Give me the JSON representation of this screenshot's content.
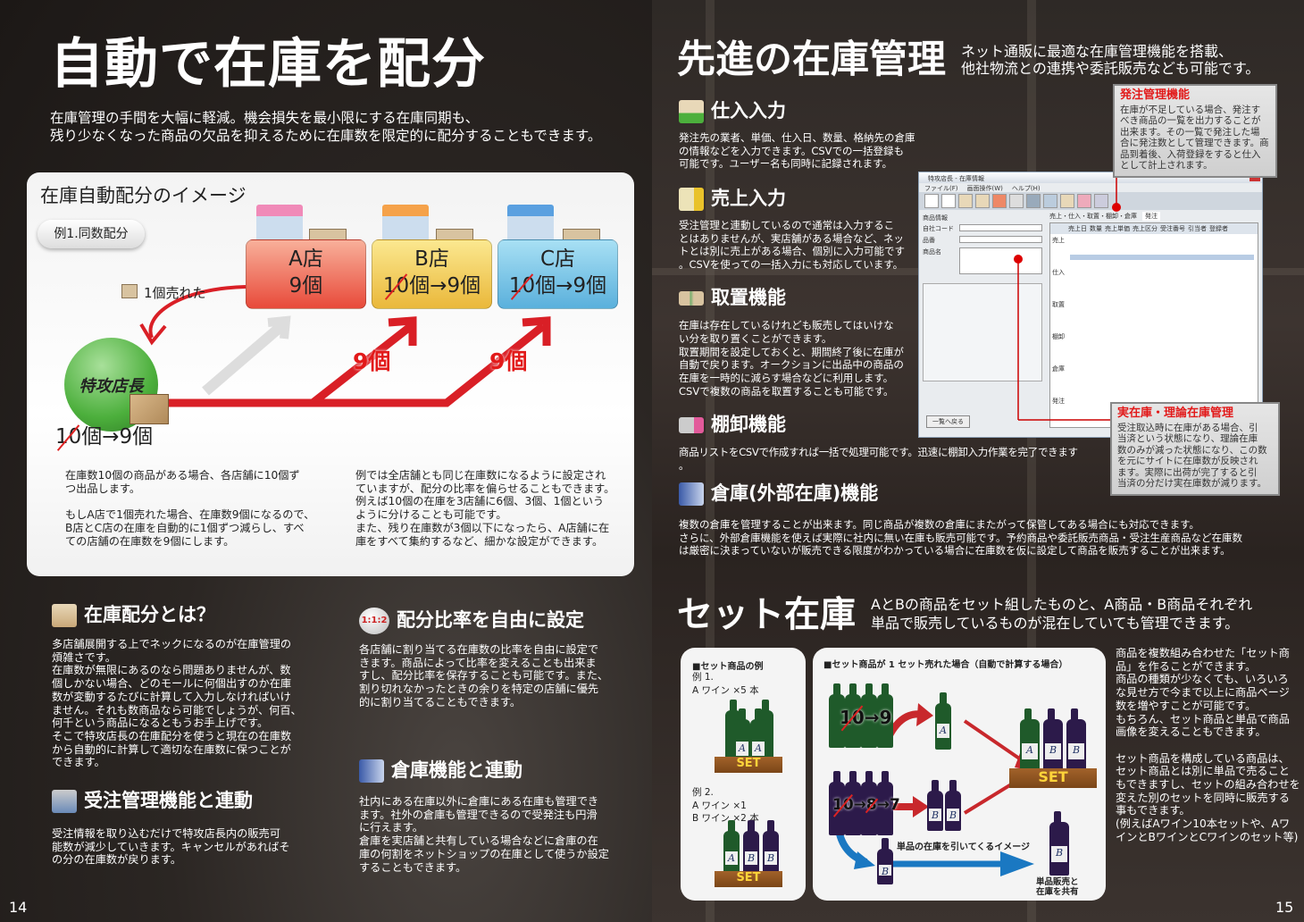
{
  "left": {
    "title": "自動で在庫を配分",
    "intro": "在庫管理の手間を大幅に軽減。機会損失を最小限にする在庫同期も、\n残り少なくなった商品の欠品を抑えるために在庫数を限定的に配分することもできます。",
    "panel": {
      "title": "在庫自動配分のイメージ",
      "example_label": "例1.同数配分",
      "sold_label": "1個売れた",
      "logo_text": "特攻店長",
      "source_before": "10",
      "source_after": "個→9個",
      "stores": [
        {
          "name": "A店",
          "stock": "9個",
          "color": "#f07a60"
        },
        {
          "name": "B店",
          "stock_before": "10",
          "stock_after": "個→9個",
          "color": "#f3cf55"
        },
        {
          "name": "C店",
          "stock_before": "10",
          "stock_after": "個→9個",
          "color": "#6cc2e6"
        }
      ],
      "arrow_labels": [
        "9個",
        "9個"
      ],
      "text_left": "在庫数10個の商品がある場合、各店舗に10個ず\nつ出品します。\n\nもしA店で1個売れた場合、在庫数9個になるので、\nB店とC店の在庫を自動的に1個ずつ減らし、すべ\nての店舗の在庫数を9個にします。",
      "text_right": "例では全店舗とも同じ在庫数になるように設定され\nていますが、配分の比率を偏らせることもできます。\n例えば10個の在庫を3店舗に6個、3個、1個という\nように分けることも可能です。\nまた、残り在庫数が3個以下になったら、A店舗に在\n庫をすべて集約するなど、細かな設定ができます。"
    },
    "sections": [
      {
        "title": "在庫配分とは？",
        "icon": "boxes-distribution-icon",
        "body": "多店舗展開する上でネックになるのが在庫管理の\n煩雑さです。\n在庫数が無限にあるのなら問題ありませんが、数\n個しかない場合、どのモールに何個出すのか在庫\n数が変動するたびに計算して入力しなければいけ\nません。それも数商品なら可能でしょうが、何百、\n何千という商品になるともうお手上げです。\nそこで特攻店長の在庫配分を使うと現在の在庫数\nから自動的に計算して適切な在庫数に保つことが\nできます。"
      },
      {
        "title": "受注管理機能と連動",
        "icon": "cash-register-icon",
        "body": "受注情報を取り込むだけで特攻店長内の販売可\n能数が減少していきます。キャンセルがあればそ\nの分の在庫数が戻ります。"
      },
      {
        "title": "配分比率を自由に設定",
        "icon": "ratio-icon",
        "icon_text": "1:1:2",
        "body": "各店舗に割り当てる在庫数の比率を自由に設定で\nきます。商品によって比率を変えることも出来ま\nすし、配分比率を保存することも可能です。また、\n割り切れなかったときの余りを特定の店舗に優先\n的に割り当てることもできます。"
      },
      {
        "title": "倉庫機能と連動",
        "icon": "warehouse-icon",
        "body": "社内にある在庫以外に倉庫にある在庫も管理でき\nます。社外の倉庫も管理できるので受発注も円滑\nに行えます。\n倉庫を実店舗と共有している場合などに倉庫の在\n庫の何割をネットショップの在庫として使うか設定\nすることもできます。"
      }
    ],
    "page_number": "14"
  },
  "right": {
    "title": "先進の在庫管理",
    "subtitle": "ネット通販に最適な在庫管理機能を搭載、\n他社物流との連携や委託販売なども可能です。",
    "sections": [
      {
        "title": "仕入入力",
        "icon": "purchase-input-icon",
        "body": "発注先の業者、単価、仕入日、数量、格納先の倉庫\nの情報などを入力できます。CSVでの一括登録も\n可能です。ユーザー名も同時に記録されます。"
      },
      {
        "title": "売上入力",
        "icon": "sales-yen-icon",
        "body": "受注管理と連動しているので通常は入力するこ\nとはありませんが、実店舗がある場合など、ネッ\nトとは別に売上がある場合、個別に入力可能です\n。CSVを使っての一括入力にも対応しています。"
      },
      {
        "title": "取置機能",
        "icon": "reserve-icon",
        "body": "在庫は存在しているけれども販売してはいけな\nい分を取り置くことができます。\n取置期間を設定しておくと、期間終了後に在庫が\n自動で戻ります。オークションに出品中の商品の\n在庫を一時的に減らす場合などに利用します。\nCSVで複数の商品を取置することも可能です。"
      },
      {
        "title": "棚卸機能",
        "icon": "inventory-icon",
        "body": "商品リストをCSVで作成すれば一括で処理可能です。迅速に棚卸入力作業を完了できます\n。"
      },
      {
        "title": "倉庫(外部在庫)機能",
        "icon": "external-warehouse-icon",
        "body": "複数の倉庫を管理することが出来ます。同じ商品が複数の倉庫にまたがって保管してある場合にも対応できます。\nさらに、外部倉庫機能を使えば実際に社内に無い在庫も販売可能です。予約商品や委託販売商品・受注生産商品など在庫数\nは厳密に決まっていないが販売できる限度がわかっている場合に在庫数を仮に設定して商品を販売することが出来ます。"
      }
    ],
    "callouts": [
      {
        "title": "発注管理機能",
        "body": "在庫が不足している場合、発注す\nべき商品の一覧を出力することが\n出来ます。その一覧で発注した場\n合に発注数として管理できます。商\n品到着後、入荷登録をすると仕入\nとして計上されます。"
      },
      {
        "title": "実在庫・理論在庫管理",
        "body": "受注取込時に在庫がある場合、引\n当済という状態になり、理論在庫\n数のみが減った状態になり、この数\nを元にサイトに在庫数が反映され\nます。実際に出荷が完了すると引\n当済の分だけ実在庫数が減ります。"
      }
    ],
    "app_window": {
      "title": "特攻店長 - 在庫情報",
      "menu": [
        "ファイル(F)",
        "画面操作(W)",
        "ヘルプ(H)"
      ],
      "group_label": "商品情報",
      "fields": [
        "自社コード",
        "品番",
        "商品名"
      ],
      "tabs": [
        "売上・仕入・取置・棚卸・倉庫",
        "発注"
      ],
      "row_labels": [
        "売上",
        "仕入",
        "取置",
        "棚卸",
        "倉庫",
        "発注"
      ],
      "columns": [
        "売上日",
        "数量",
        "売上単価",
        "売上区分",
        "受注番号",
        "引当者",
        "登録者"
      ],
      "back_button": "一覧へ戻る"
    },
    "set": {
      "title": "セット在庫",
      "subtitle": "AとBの商品をセット組したものと、A商品・B商品それぞれ\n単品で販売しているものが混在していても管理できます。",
      "example_heading": "■セット商品の例",
      "example1": "例 1.\nA ワイン ×5 本",
      "example2": "例 2.\nA ワイン ×1\nB ワイン ×2 本",
      "tray_label": "SET",
      "bottle_a": "A",
      "bottle_b": "B",
      "flow_heading": "■セット商品が 1 セット売れた場合（自動で計算する場合）",
      "a_before": "10",
      "a_after": "→9",
      "b_before": "10",
      "b_mid": "8",
      "b_after": "→7",
      "pull_label": "単品の在庫を引いてくるイメージ",
      "share_label": "単品販売と\n在庫を共有",
      "body": "商品を複数組み合わせた「セット商\n品」を作ることができます。\n商品の種類が少なくても、いろいろ\nな見せ方で今まで以上に商品ページ\n数を増やすことが可能です。\nもちろん、セット商品と単品で商品\n画像を変えることもできます。\n\nセット商品を構成している商品は、\nセット商品とは別に単品で売ること\nもできますし、セットの組み合わせを\n変えた別のセットを同時に販売する\n事もできます。\n(例えばAワイン10本セットや、Aワ\nインとBワインとCワインのセット等)"
    },
    "page_number": "15"
  },
  "colors": {
    "accent_red": "#e21a1a",
    "arrow_blue": "#1a78c2",
    "logo_green": "#4caf3c"
  }
}
